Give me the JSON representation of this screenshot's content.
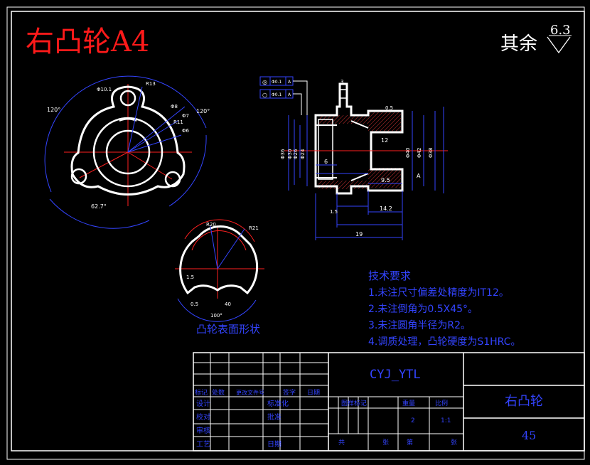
{
  "drawing_title": "右凸轮A4",
  "roughness": {
    "label": "其余",
    "value": "6.3"
  },
  "tolerance_frames": [
    {
      "symbol": "◎",
      "value": "Φ0.1",
      "datum": "A"
    },
    {
      "symbol": "○",
      "value": "Φ0.1",
      "datum": "A"
    }
  ],
  "front_view": {
    "dims": [
      "Φ10.1",
      "R13",
      "Φ8",
      "Φ7",
      "Φ6",
      "120°",
      "120°",
      "62.7°",
      "R11"
    ]
  },
  "section_view": {
    "dims": [
      "Φ36",
      "Φ30",
      "Φ26",
      "Φ24",
      "Φ40",
      "Φ42",
      "Φ38",
      "12",
      "6",
      "9.5",
      "14.2",
      "19",
      "3",
      "1.5",
      "0.5",
      "A"
    ]
  },
  "cam_surface": {
    "caption": "凸轮表面形状",
    "dims": [
      "R20",
      "R21",
      "1.5",
      "40",
      "0.5",
      "100°"
    ]
  },
  "requirements": {
    "heading": "技术要求",
    "items": [
      "1.未注尺寸偏差处精度为IT12。",
      "2.未注倒角为0.5X45°。",
      "3.未注圆角半径为R2。",
      "4.调质处理，凸轮硬度为S1HRC。"
    ]
  },
  "title_block": {
    "code": "CYJ_YTL",
    "part_name": "右凸轮",
    "material": "45",
    "scale": "1:1",
    "quantity": "2",
    "rev_headers": [
      "标记",
      "处数",
      "更改文件号",
      "签字",
      "日期"
    ],
    "rows": [
      "设计",
      "校对",
      "审核",
      "工艺"
    ],
    "std_label": "标准化",
    "approve_label": "批准",
    "date_label": "日期",
    "stage_headers": [
      "图样标记",
      "重量",
      "比例"
    ],
    "sheet_labels": [
      "共",
      "张",
      "第",
      "张"
    ]
  },
  "colors": {
    "background": "#000000",
    "part": "#FFFFFF",
    "dimension": "#3344FF",
    "center": "#FF2020",
    "border": "#FFFFFF",
    "hatch": "#CC3333"
  }
}
